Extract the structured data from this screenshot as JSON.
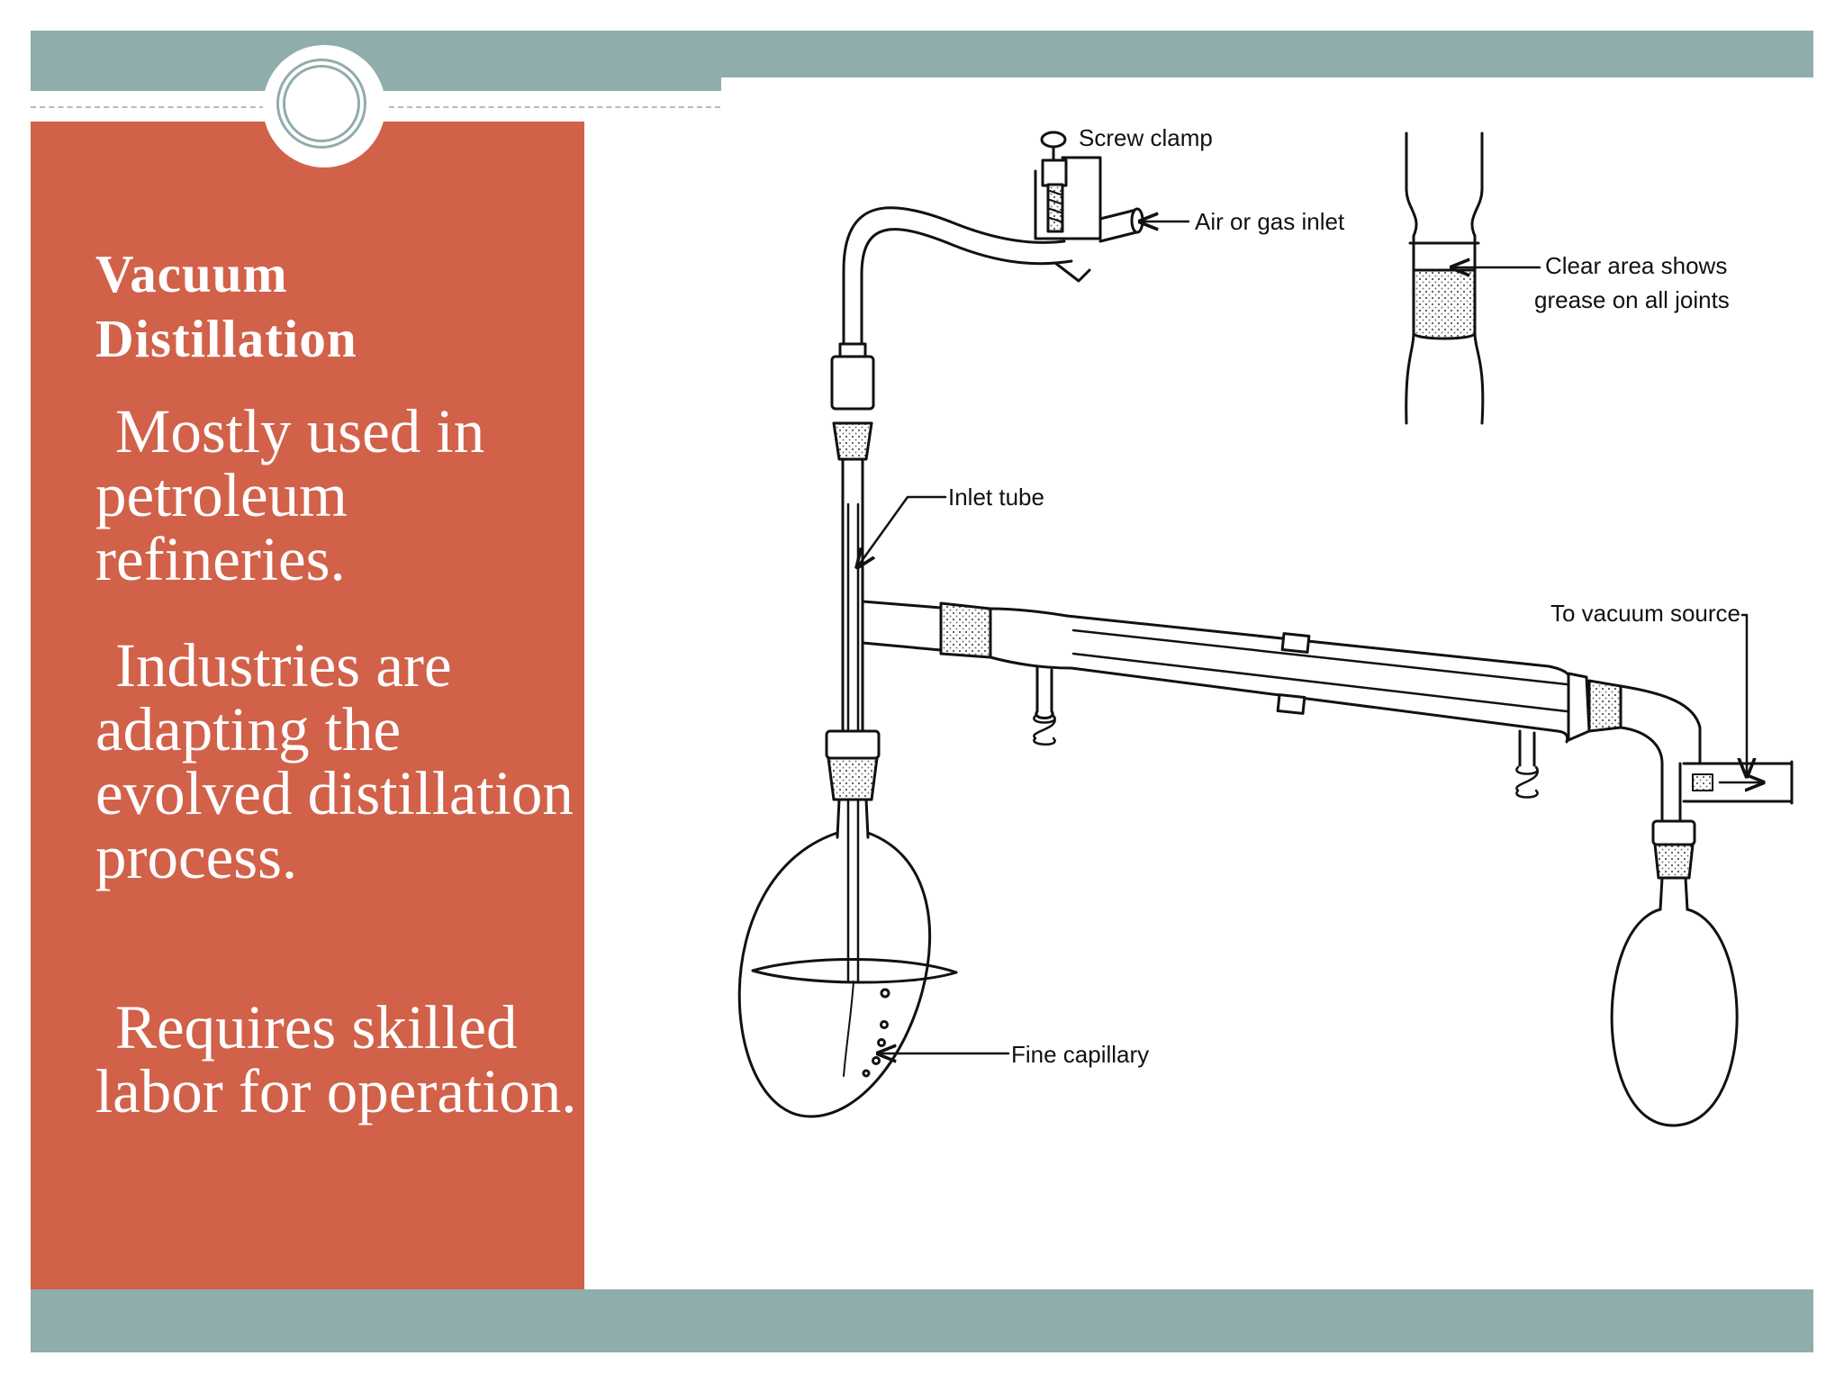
{
  "slide": {
    "title": "Vacuum Distillation",
    "bullets": [
      "Mostly used in  petroleum refineries.",
      "Industries are adapting the evolved distillation process.",
      "Requires skilled labor for operation."
    ]
  },
  "diagram": {
    "labels": {
      "screw_clamp": "Screw clamp",
      "air_inlet": "Air or gas inlet",
      "clear_area_line1": "Clear area shows",
      "clear_area_line2": "grease on all joints",
      "inlet_tube": "Inlet tube",
      "vacuum_source": "To vacuum source",
      "fine_capillary": "Fine capillary"
    }
  },
  "colors": {
    "band": "#8fadab",
    "panel": "#d2614a",
    "text_on_panel": "#ffffff"
  }
}
